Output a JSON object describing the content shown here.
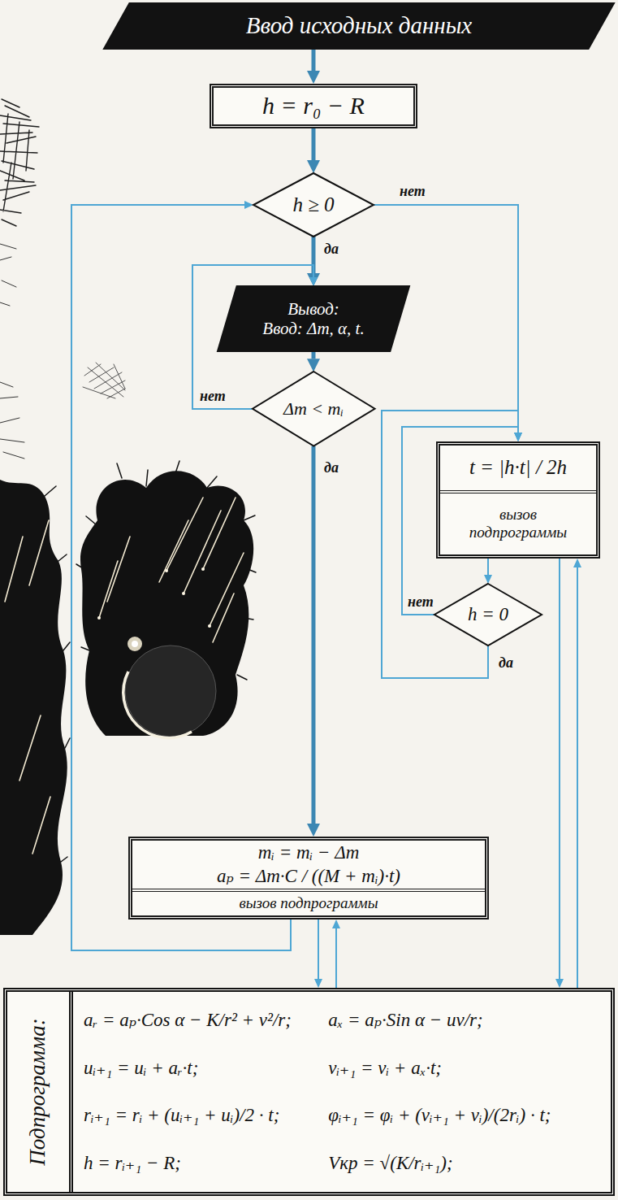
{
  "diagram": {
    "nodes": [
      {
        "text": [
          "Ввод исходных данных"
        ]
      },
      {
        "text": [
          "h = r₀ − R"
        ]
      },
      {
        "text": [
          "h ≥ 0"
        ]
      },
      {
        "text": [
          "Вывод:",
          "Ввод: Δm, α, t."
        ]
      },
      {
        "text": [
          "Δm < mᵢ"
        ]
      },
      {
        "text": [
          "t = |h·t| / 2h",
          "вызов подпрограммы"
        ]
      },
      {
        "text": [
          "h = 0"
        ]
      },
      {
        "text": [
          "mᵢ = mᵢ − Δm",
          "aₚ = Δm·C / ((M + mᵢ)·t)",
          "вызов подпрограммы"
        ]
      },
      {
        "text": [
          "Подпрограмма:",
          "aᵣ = aₚ·Cos α − K/r² + v²/r;",
          "aₓ = aₚ·Sin α − uv/r;",
          "uᵢ₊₁ = uᵢ + aᵣ·t;",
          "vᵢ₊₁ = vᵢ + aₓ·t;",
          "rᵢ₊₁ = rᵢ + (uᵢ₊₁ + uᵢ)/2 · t;",
          "φᵢ₊₁ = φᵢ + (vᵢ₊₁ + vᵢ)/(2rᵢ) · t;",
          "h = rᵢ₊₁ − R;",
          "Vкр = √(K/rᵢ₊₁);"
        ]
      }
    ],
    "edges": [
      {
        "from": 0,
        "to": 1,
        "arrow": "to"
      },
      {
        "from": 1,
        "to": 2,
        "arrow": "to"
      },
      {
        "from": 2,
        "to": 3,
        "arrow": "to",
        "label": "да"
      },
      {
        "from": 3,
        "to": 4,
        "arrow": "to"
      },
      {
        "from": 4,
        "to": 3,
        "arrow": "to",
        "label": "нет"
      },
      {
        "from": 4,
        "to": 7,
        "arrow": "to",
        "label": "да"
      },
      {
        "from": 2,
        "to": 5,
        "arrow": "to",
        "label": "нет"
      },
      {
        "from": 5,
        "to": 6,
        "arrow": "to"
      },
      {
        "from": 6,
        "to": 5,
        "arrow": "to",
        "label": "нет"
      },
      {
        "from": 6,
        "to": 5,
        "arrow": "to",
        "label": "да"
      },
      {
        "from": 5,
        "to": 8,
        "arrow": "to"
      },
      {
        "from": 8,
        "to": 5,
        "arrow": "to"
      },
      {
        "from": 7,
        "to": 8,
        "arrow": "to"
      },
      {
        "from": 8,
        "to": 7,
        "arrow": "to"
      },
      {
        "from": 7,
        "to": 2,
        "arrow": "to"
      }
    ]
  }
}
